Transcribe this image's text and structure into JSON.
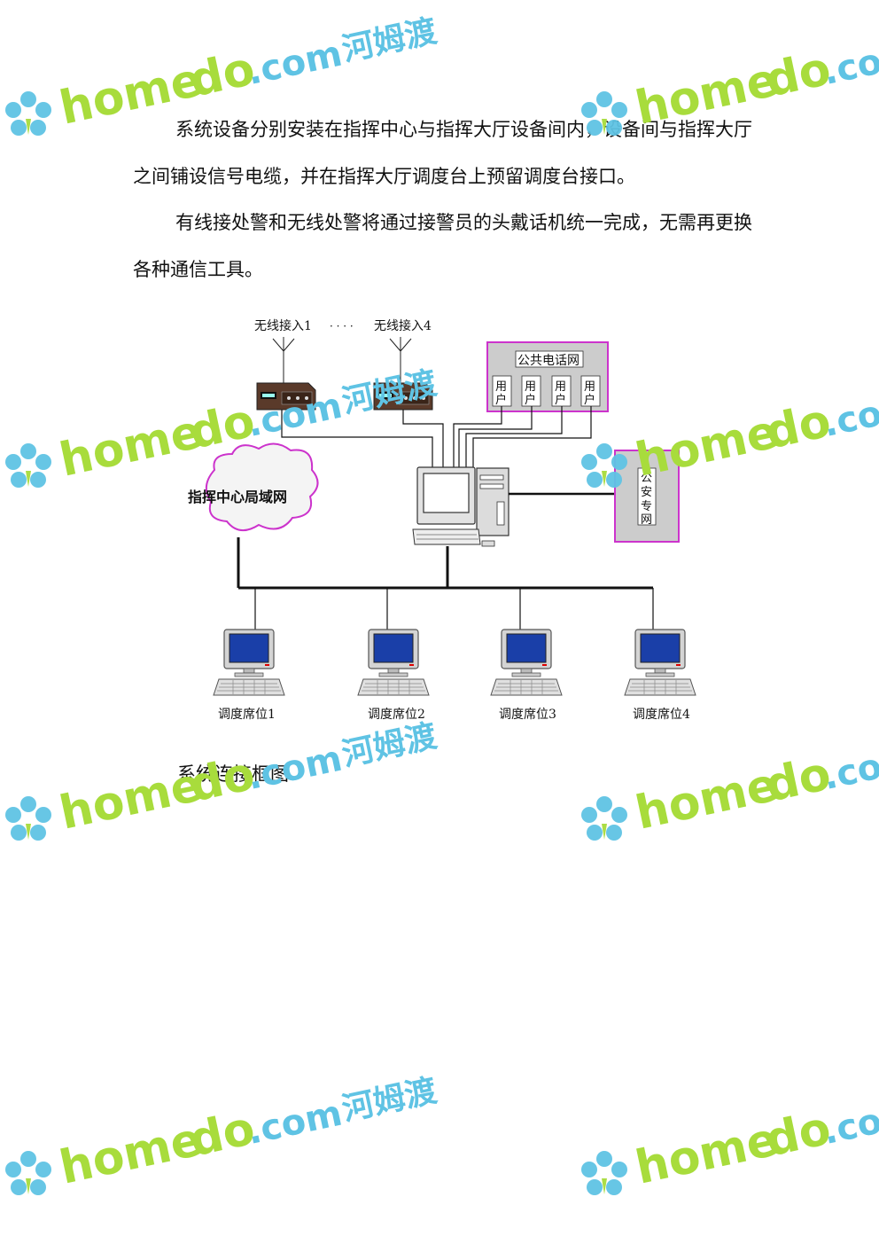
{
  "paragraphs": [
    "系统设备分别安装在指挥中心与指挥大厅设备间内，设备间与指挥大厅之间铺设信号电缆，并在指挥大厅调度台上预留调度台接口。",
    "有线接处警和无线处警将通过接警员的头戴话机统一完成，无需再更换各种通信工具。"
  ],
  "diagram": {
    "wireless_1": "无线接入1",
    "ellipsis": "· · · ·",
    "wireless_4": "无线接入4",
    "pstn_title": "公共电话网",
    "pstn_users": [
      "用户",
      "用户",
      "用户",
      "用户"
    ],
    "lan_cloud": "指挥中心局域网",
    "police_net": "公安专网",
    "seats": [
      "调度席位1",
      "调度席位2",
      "调度席位3",
      "调度席位4"
    ]
  },
  "caption": "系统连接框图",
  "watermark": {
    "brand": "homedo",
    "suffix": ".com",
    "cn": "河姆渡"
  },
  "colors": {
    "brand_green": "#a8dc3c",
    "brand_cyan": "#5fc3e4",
    "magenta_border": "#cc33cc",
    "monitor_blue": "#1a3fa8"
  }
}
